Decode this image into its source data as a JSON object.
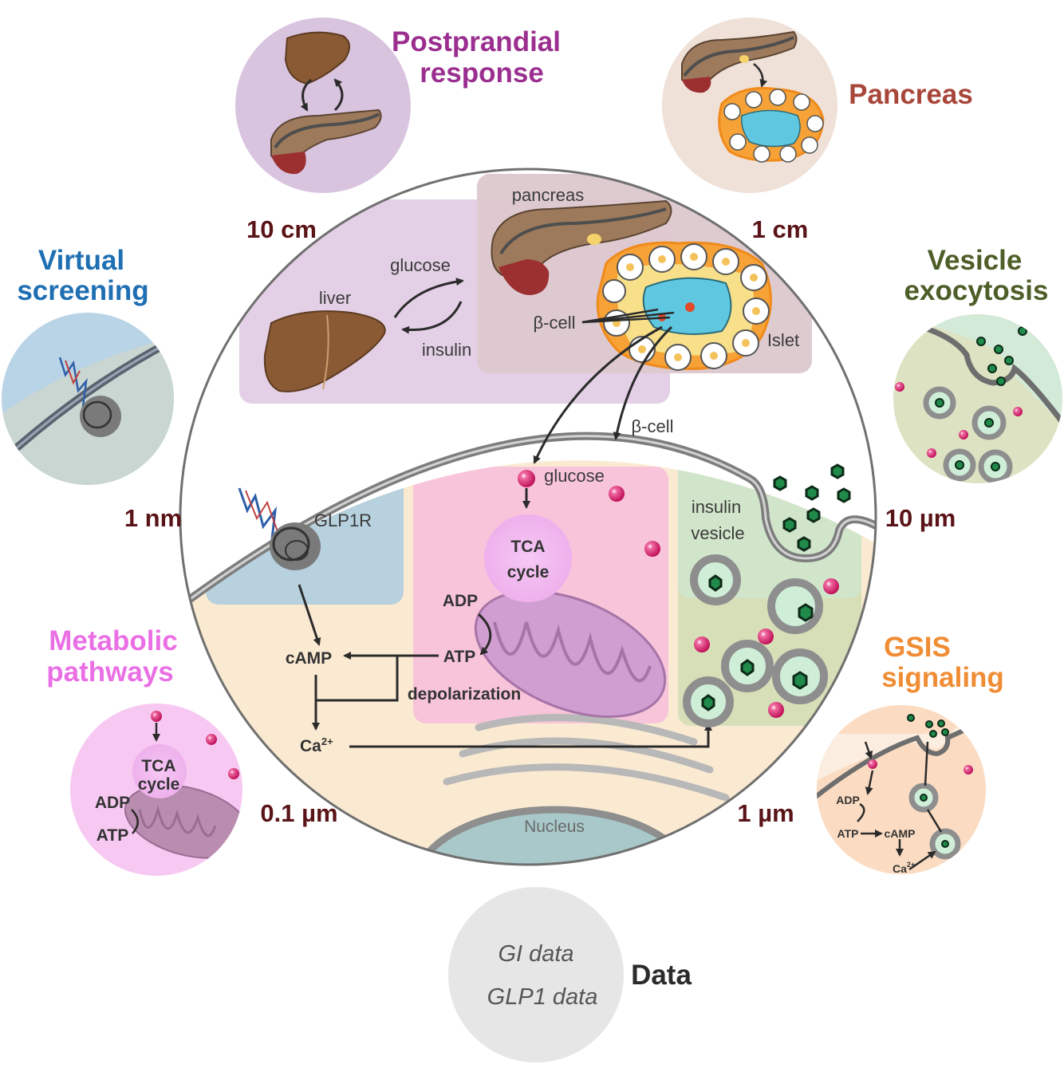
{
  "colors": {
    "postprandial": "#9a2f8f",
    "pancreas": "#a8463a",
    "virtual_screening": "#1f6fb3",
    "vesicle_exocytosis": "#4e5e28",
    "metabolic": "#ea6fe5",
    "gsis": "#f08c33",
    "scale_text": "#5a1418",
    "glucose_bead": "#e0307a",
    "insulin_hex": "#1c6a3a"
  },
  "modules": {
    "postprandial": [
      "Postprandial",
      "response"
    ],
    "pancreas": "Pancreas",
    "virtual_screening": [
      "Virtual",
      "screening"
    ],
    "vesicle_exocytosis": [
      "Vesicle",
      "exocytosis"
    ],
    "metabolic": [
      "Metabolic",
      "pathways"
    ],
    "gsis": [
      "GSIS",
      "signaling"
    ]
  },
  "scales": {
    "s10cm": "10 cm",
    "s1cm": "1 cm",
    "s1nm": "1 nm",
    "s10um": "10 µm",
    "s01um": "0.1 µm",
    "s1um": "1 µm"
  },
  "organ": {
    "pancreas": "pancreas",
    "liver": "liver",
    "glucose": "glucose",
    "insulin": "insulin",
    "beta_cell": "β-cell",
    "islet": "Islet",
    "beta_cell_arrow": "β-cell"
  },
  "cell": {
    "glp1r": "GLP1R",
    "glucose": "glucose",
    "tca": [
      "TCA",
      "cycle"
    ],
    "adp": "ADP",
    "atp": "ATP",
    "camp": "cAMP",
    "depolarization": "depolarization",
    "ca": "Ca",
    "ca_sup": "2+",
    "insulin_vesicle": [
      "insulin",
      "vesicle"
    ],
    "nucleus": "Nucleus"
  },
  "metabolic_inset": {
    "tca": [
      "TCA",
      "cycle"
    ],
    "adp": "ADP",
    "atp": "ATP"
  },
  "gsis_inset": {
    "adp": "ADP",
    "atp": "ATP",
    "camp": "cAMP",
    "ca": "Ca",
    "ca_sup": "2+"
  },
  "data_module": {
    "lines": [
      "GI data",
      "GLP1 data"
    ],
    "label": "Data"
  }
}
